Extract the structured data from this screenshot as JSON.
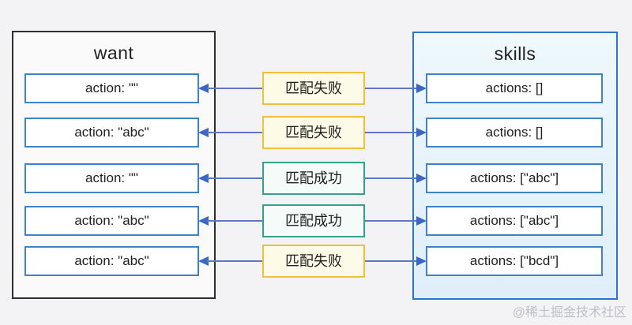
{
  "page": {
    "watermark": "@稀土掘金技术社区"
  },
  "want_panel": {
    "title": "want"
  },
  "skills_panel": {
    "title": "skills"
  },
  "rows": [
    {
      "want": "action: \"\"",
      "result": "匹配失败",
      "status": "fail",
      "skills": "actions: []"
    },
    {
      "want": "action: \"abc\"",
      "result": "匹配失败",
      "status": "fail",
      "skills": "actions: []"
    },
    {
      "want": "action: \"\"",
      "result": "匹配成功",
      "status": "success",
      "skills": "actions: [\"abc\"]"
    },
    {
      "want": "action: \"abc\"",
      "result": "匹配成功",
      "status": "success",
      "skills": "actions: [\"abc\"]"
    },
    {
      "want": "action: \"abc\"",
      "result": "匹配失败",
      "status": "fail",
      "skills": "actions: [\"bcd\"]"
    }
  ],
  "colors": {
    "canvas_bg": "#f3f3f5",
    "want_border": "#2f2f2f",
    "want_bg": "#fafafb",
    "skills_border": "#2e74c8",
    "skills_bg_start": "#eef8fd",
    "skills_bg_end": "#dfeef9",
    "node_border": "#3e82c8",
    "node_bg": "#ffffff",
    "fail_border": "#eec23c",
    "fail_bg": "#fdfae8",
    "success_border": "#35a28f",
    "success_bg": "#f4fbf8",
    "arrow_line": "#5a7ac0",
    "arrow_head": "#3a67c4",
    "text": "#1f1f1f",
    "watermark": "#bdc0c6"
  }
}
